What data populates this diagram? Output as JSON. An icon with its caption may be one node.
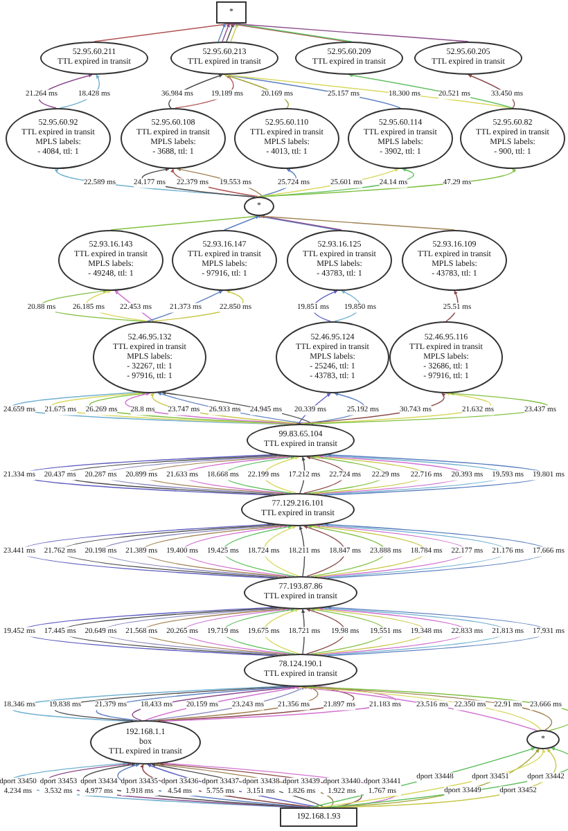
{
  "diagram": {
    "nodes": [
      {
        "text": [
          "*"
        ]
      },
      {
        "text": [
          "52.95.60.211",
          "TTL expired in transit"
        ]
      },
      {
        "text": [
          "52.95.60.213",
          "TTL expired in transit"
        ]
      },
      {
        "text": [
          "52.95.60.209",
          "TTL expired in transit"
        ]
      },
      {
        "text": [
          "52.95.60.205",
          "TTL expired in transit"
        ]
      },
      {
        "text": [
          "52.95.60.92",
          "TTL expired in transit",
          "MPLS labels:",
          "- 4084, ttl: 1"
        ]
      },
      {
        "text": [
          "52.95.60.108",
          "TTL expired in transit",
          "MPLS labels:",
          "- 3688, ttl: 1"
        ]
      },
      {
        "text": [
          "52.95.60.110",
          "TTL expired in transit",
          "MPLS labels:",
          "- 4013, ttl: 1"
        ]
      },
      {
        "text": [
          "52.95.60.114",
          "TTL expired in transit",
          "MPLS labels:",
          "- 3902, ttl: 1"
        ]
      },
      {
        "text": [
          "52.95.60.82",
          "TTL expired in transit",
          "MPLS labels:",
          "- 900, ttl: 1"
        ]
      },
      {
        "text": [
          "*"
        ]
      },
      {
        "text": [
          "52.93.16.143",
          "TTL expired in transit",
          "MPLS labels:",
          "- 49248, ttl: 1"
        ]
      },
      {
        "text": [
          "52.93.16.147",
          "TTL expired in transit",
          "MPLS labels:",
          "- 97916, ttl: 1"
        ]
      },
      {
        "text": [
          "52.93.16.125",
          "TTL expired in transit",
          "MPLS labels:",
          "- 43783, ttl: 1"
        ]
      },
      {
        "text": [
          "52.93.16.109",
          "TTL expired in transit",
          "MPLS labels:",
          "- 43783, ttl: 1"
        ]
      },
      {
        "text": [
          "52.46.95.132",
          "TTL expired in transit",
          "MPLS labels:",
          "- 32267, ttl: 1",
          "- 97916, ttl: 1"
        ]
      },
      {
        "text": [
          "52.46.95.124",
          "TTL expired in transit",
          "MPLS labels:",
          "- 25246, ttl: 1",
          "- 43783, ttl: 1"
        ]
      },
      {
        "text": [
          "52.46.95.116",
          "TTL expired in transit",
          "MPLS labels:",
          "- 32686, ttl: 1",
          "- 97916, ttl: 1"
        ]
      },
      {
        "text": [
          "99.83.65.104",
          "TTL expired in transit"
        ]
      },
      {
        "text": [
          "77.129.216.101",
          "TTL expired in transit"
        ]
      },
      {
        "text": [
          "77.193.87.86",
          "TTL expired in transit"
        ]
      },
      {
        "text": [
          "78.124.190.1",
          "TTL expired in transit"
        ]
      },
      {
        "text": [
          "192.168.1.1",
          "box",
          "TTL expired in transit"
        ]
      },
      {
        "text": [
          "*"
        ]
      },
      {
        "text": [
          "192.168.1.93"
        ]
      }
    ],
    "edges": [
      {
        "from": 1,
        "to": 0,
        "arrow": "to",
        "color": "#b05050"
      },
      {
        "from": 2,
        "to": 0,
        "arrow": "to",
        "color": "#5b7fbf"
      },
      {
        "from": 2,
        "to": 0,
        "arrow": "to",
        "color": "#8b4a8b"
      },
      {
        "from": 2,
        "to": 0,
        "arrow": "to",
        "color": "#4a4a4a"
      },
      {
        "from": 2,
        "to": 0,
        "arrow": "to",
        "color": "#c8c84a"
      },
      {
        "from": 3,
        "to": 0,
        "arrow": "to",
        "color": "#b05050"
      },
      {
        "from": 3,
        "to": 0,
        "arrow": "to",
        "color": "#5fbf5f"
      },
      {
        "from": 4,
        "to": 0,
        "arrow": "to",
        "color": "#8b4a8b"
      },
      {
        "from": 5,
        "to": 1,
        "label": "21.264 ms",
        "arrow": "to",
        "color": "#8b4a8b"
      },
      {
        "from": 5,
        "to": 1,
        "label": "18.428 ms",
        "arrow": "to",
        "color": "#70b0d0"
      },
      {
        "from": 6,
        "to": 2,
        "label": "36.984 ms",
        "arrow": "to",
        "color": "#4a4a4a"
      },
      {
        "from": 6,
        "to": 2,
        "label": "19.189 ms",
        "arrow": "to",
        "color": "#b05050"
      },
      {
        "from": 7,
        "to": 2,
        "label": "20.169 ms",
        "arrow": "to",
        "color": "#a0a030"
      },
      {
        "from": 8,
        "to": 2,
        "label": "25.157 ms",
        "arrow": "to",
        "color": "#5b7fbf"
      },
      {
        "from": 9,
        "to": 2,
        "label": "18.300 ms",
        "arrow": "to",
        "color": "#d8d860"
      },
      {
        "from": 9,
        "to": 3,
        "label": "20.521 ms",
        "arrow": "to",
        "color": "#5fbf5f"
      },
      {
        "from": 9,
        "to": 4,
        "label": "33.450 ms",
        "arrow": "to",
        "color": "#8b4a4a"
      },
      {
        "from": 10,
        "to": 5,
        "label": "22.589 ms",
        "arrow": "to",
        "color": "#70b0d0"
      },
      {
        "from": 10,
        "to": 6,
        "label": "24.177 ms",
        "arrow": "to",
        "color": "#4a4a4a"
      },
      {
        "from": 10,
        "to": 6,
        "label": "22.379 ms",
        "arrow": "to",
        "color": "#b05050"
      },
      {
        "from": 10,
        "to": 6,
        "label": "19.553 ms",
        "arrow": "to",
        "color": "#a08050"
      },
      {
        "from": 10,
        "to": 7,
        "label": "25.724 ms",
        "arrow": "to",
        "color": "#5b7fbf"
      },
      {
        "from": 10,
        "to": 8,
        "label": "25.601 ms",
        "arrow": "to",
        "color": "#d8d860"
      },
      {
        "from": 10,
        "to": 8,
        "label": "24.14 ms",
        "arrow": "to",
        "color": "#5fbf5f"
      },
      {
        "from": 10,
        "to": 9,
        "label": "47.29 ms",
        "arrow": "to",
        "color": "#80c040"
      },
      {
        "from": 11,
        "to": 10,
        "arrow": "to",
        "color": "#80c040"
      },
      {
        "from": 12,
        "to": 10,
        "arrow": "to",
        "color": "#5b7fbf"
      },
      {
        "from": 13,
        "to": 10,
        "arrow": "to",
        "color": "#5b7fbf"
      },
      {
        "from": 13,
        "to": 10,
        "arrow": "to",
        "color": "#8b4a8b"
      },
      {
        "from": 14,
        "to": 10,
        "arrow": "to",
        "color": "#a08050"
      },
      {
        "from": 15,
        "to": 11,
        "label": "20.88 ms",
        "arrow": "to",
        "color": "#80c040"
      },
      {
        "from": 15,
        "to": 11,
        "label": "26.185 ms",
        "arrow": "to",
        "color": "#d8d860"
      },
      {
        "from": 15,
        "to": 11,
        "label": "22.453 ms",
        "arrow": "to",
        "color": "#d070d0"
      },
      {
        "from": 15,
        "to": 12,
        "label": "21.373 ms",
        "arrow": "to",
        "color": "#5b7fbf"
      },
      {
        "from": 15,
        "to": 12,
        "label": "22.850 ms",
        "arrow": "to",
        "color": "#c8c84a"
      },
      {
        "from": 16,
        "to": 13,
        "label": "19.851 ms",
        "arrow": "to",
        "color": "#5b5bbf"
      },
      {
        "from": 16,
        "to": 13,
        "label": "19.850 ms",
        "arrow": "to",
        "color": "#70b0d0"
      },
      {
        "from": 17,
        "to": 14,
        "label": "25.51 ms",
        "arrow": "to",
        "color": "#8b4a4a"
      },
      {
        "from": 18,
        "to": 15,
        "label": "24.659 ms",
        "arrow": "to",
        "color": "#70b0d0"
      },
      {
        "from": 18,
        "to": 15,
        "label": "21.675 ms",
        "arrow": "to",
        "color": "#d8d860"
      },
      {
        "from": 18,
        "to": 15,
        "label": "26.269 ms",
        "arrow": "to",
        "color": "#80c040"
      },
      {
        "from": 18,
        "to": 15,
        "label": "28.8 ms",
        "arrow": "to",
        "color": "#d070d0"
      },
      {
        "from": 18,
        "to": 15,
        "label": "23.747 ms",
        "arrow": "to",
        "color": "#c8c84a"
      },
      {
        "from": 18,
        "to": 15,
        "label": "26.933 ms",
        "arrow": "to",
        "color": "#5b7fbf"
      },
      {
        "from": 18,
        "to": 15,
        "label": "24.945 ms",
        "arrow": "to",
        "color": "#4a4a4a"
      },
      {
        "from": 18,
        "to": 16,
        "label": "20.339 ms",
        "arrow": "to",
        "color": "#5b5bbf"
      },
      {
        "from": 18,
        "to": 16,
        "label": "25.192 ms",
        "arrow": "to",
        "color": "#5b7fbf"
      },
      {
        "from": 18,
        "to": 17,
        "label": "30.743 ms",
        "arrow": "to",
        "color": "#8b4a4a"
      },
      {
        "from": 18,
        "to": 17,
        "label": "21.632 ms",
        "arrow": "to",
        "color": "#d8d860"
      },
      {
        "from": 18,
        "to": 17,
        "label": "23.437 ms",
        "arrow": "to",
        "color": "#80c040"
      },
      {
        "from": 19,
        "to": 18,
        "label": "21.334 ms",
        "arrow": "to",
        "color": "#5b5bbf"
      },
      {
        "from": 19,
        "to": 18,
        "label": "20.437 ms",
        "arrow": "to",
        "color": "#4a4a4a"
      },
      {
        "from": 19,
        "to": 18,
        "label": "20.287 ms",
        "arrow": "to",
        "color": "#8b8bbf"
      },
      {
        "from": 19,
        "to": 18,
        "label": "20.899 ms",
        "arrow": "to",
        "color": "#a08050"
      },
      {
        "from": 19,
        "to": 18,
        "label": "21.633 ms",
        "arrow": "to",
        "color": "#d070d0"
      },
      {
        "from": 19,
        "to": 18,
        "label": "18.668 ms",
        "arrow": "to",
        "color": "#5fbf5f"
      },
      {
        "from": 19,
        "to": 18,
        "label": "22.199 ms",
        "arrow": "to",
        "color": "#d8d860"
      },
      {
        "from": 19,
        "to": 18,
        "label": "17.212 ms",
        "arrow": "to",
        "color": "#4a4a4a"
      },
      {
        "from": 19,
        "to": 18,
        "label": "22.724 ms",
        "arrow": "to",
        "color": "#8b4a4a"
      },
      {
        "from": 19,
        "to": 18,
        "label": "22.29 ms",
        "arrow": "to",
        "color": "#80c040"
      },
      {
        "from": 19,
        "to": 18,
        "label": "22.716 ms",
        "arrow": "to",
        "color": "#c8c84a"
      },
      {
        "from": 19,
        "to": 18,
        "label": "20.393 ms",
        "arrow": "to",
        "color": "#d070d0"
      },
      {
        "from": 19,
        "to": 18,
        "label": "19.593 ms",
        "arrow": "to",
        "color": "#70b0d0"
      },
      {
        "from": 19,
        "to": 18,
        "label": "19.801 ms",
        "arrow": "to",
        "color": "#5b7fbf"
      },
      {
        "from": 20,
        "to": 19,
        "label": "23.441 ms",
        "arrow": "to",
        "color": "#5b5bbf"
      },
      {
        "from": 20,
        "to": 19,
        "label": "21.762 ms",
        "arrow": "to",
        "color": "#4a4a4a"
      },
      {
        "from": 20,
        "to": 19,
        "label": "20.198 ms",
        "arrow": "to",
        "color": "#8b8bbf"
      },
      {
        "from": 20,
        "to": 19,
        "label": "21.389 ms",
        "arrow": "to",
        "color": "#a08050"
      },
      {
        "from": 20,
        "to": 19,
        "label": "19.400 ms",
        "arrow": "to",
        "color": "#d070d0"
      },
      {
        "from": 20,
        "to": 19,
        "label": "19.425 ms",
        "arrow": "to",
        "color": "#5fbf5f"
      },
      {
        "from": 20,
        "to": 19,
        "label": "18.724 ms",
        "arrow": "to",
        "color": "#d8d860"
      },
      {
        "from": 20,
        "to": 19,
        "label": "18.211 ms",
        "arrow": "to",
        "color": "#4a4a4a"
      },
      {
        "from": 20,
        "to": 19,
        "label": "18.847 ms",
        "arrow": "to",
        "color": "#8b4a4a"
      },
      {
        "from": 20,
        "to": 19,
        "label": "23.888 ms",
        "arrow": "to",
        "color": "#80c040"
      },
      {
        "from": 20,
        "to": 19,
        "label": "18.784 ms",
        "arrow": "to",
        "color": "#c8c84a"
      },
      {
        "from": 20,
        "to": 19,
        "label": "22.177 ms",
        "arrow": "to",
        "color": "#d070d0"
      },
      {
        "from": 20,
        "to": 19,
        "label": "21.176 ms",
        "arrow": "to",
        "color": "#70b0d0"
      },
      {
        "from": 20,
        "to": 19,
        "label": "17.666 ms",
        "arrow": "to",
        "color": "#5b7fbf"
      },
      {
        "from": 21,
        "to": 20,
        "label": "19.452 ms",
        "arrow": "to",
        "color": "#5b5bbf"
      },
      {
        "from": 21,
        "to": 20,
        "label": "17.445 ms",
        "arrow": "to",
        "color": "#4a4a4a"
      },
      {
        "from": 21,
        "to": 20,
        "label": "20.649 ms",
        "arrow": "to",
        "color": "#8b8bbf"
      },
      {
        "from": 21,
        "to": 20,
        "label": "21.568 ms",
        "arrow": "to",
        "color": "#a08050"
      },
      {
        "from": 21,
        "to": 20,
        "label": "20.265 ms",
        "arrow": "to",
        "color": "#d070d0"
      },
      {
        "from": 21,
        "to": 20,
        "label": "19.719 ms",
        "arrow": "to",
        "color": "#5fbf5f"
      },
      {
        "from": 21,
        "to": 20,
        "label": "19.675 ms",
        "arrow": "to",
        "color": "#d8d860"
      },
      {
        "from": 21,
        "to": 20,
        "label": "18.721 ms",
        "arrow": "to",
        "color": "#4a4a4a"
      },
      {
        "from": 21,
        "to": 20,
        "label": "19.98 ms",
        "arrow": "to",
        "color": "#8b4a4a"
      },
      {
        "from": 21,
        "to": 20,
        "label": "19.551 ms",
        "arrow": "to",
        "color": "#80c040"
      },
      {
        "from": 21,
        "to": 20,
        "label": "19.348 ms",
        "arrow": "to",
        "color": "#c8c84a"
      },
      {
        "from": 21,
        "to": 20,
        "label": "22.833 ms",
        "arrow": "to",
        "color": "#d070d0"
      },
      {
        "from": 21,
        "to": 20,
        "label": "21.813 ms",
        "arrow": "to",
        "color": "#70b0d0"
      },
      {
        "from": 21,
        "to": 20,
        "label": "17.931 ms",
        "arrow": "to",
        "color": "#5b7fbf"
      },
      {
        "from": 22,
        "to": 21,
        "label": "18.346 ms",
        "arrow": "to",
        "color": "#70b0d0"
      },
      {
        "from": 22,
        "to": 21,
        "label": "19.838 ms",
        "arrow": "to",
        "color": "#4a4a4a"
      },
      {
        "from": 22,
        "to": 21,
        "label": "21.379 ms",
        "arrow": "to",
        "color": "#5b7fbf"
      },
      {
        "from": 22,
        "to": 21,
        "label": "18.433 ms",
        "arrow": "to",
        "color": "#8b4a8b"
      },
      {
        "from": 22,
        "to": 21,
        "label": "20.159 ms",
        "arrow": "to",
        "color": "#d070d0"
      },
      {
        "from": 22,
        "to": 21,
        "label": "23.243 ms",
        "arrow": "to",
        "color": "#8b8bbf"
      },
      {
        "from": 22,
        "to": 21,
        "label": "21.356 ms",
        "arrow": "to",
        "color": "#a08050"
      },
      {
        "from": 22,
        "to": 21,
        "label": "21.897 ms",
        "arrow": "to",
        "color": "#8b4a4a"
      },
      {
        "from": 22,
        "to": 21,
        "label": "21.183 ms",
        "arrow": "to",
        "color": "#d070d0"
      },
      {
        "from": 23,
        "to": 21,
        "label": "23.516 ms",
        "arrow": "to",
        "color": "#d070d0"
      },
      {
        "from": 23,
        "to": 21,
        "label": "22.350 ms",
        "arrow": "to",
        "color": "#d8d860"
      },
      {
        "from": 23,
        "to": 21,
        "label": "22.91 ms",
        "arrow": "to",
        "color": "#a08050"
      },
      {
        "from": 23,
        "to": 21,
        "label": "23.666 ms",
        "arrow": "to",
        "color": "#80c040"
      },
      {
        "from": 24,
        "to": 22,
        "label": "dport 33450 4.234 ms",
        "arrow": "to",
        "color": "#70b0d0"
      },
      {
        "from": 24,
        "to": 22,
        "label": "dport 33453 3.532 ms",
        "arrow": "to",
        "color": "#8b4a8b"
      },
      {
        "from": 24,
        "to": 22,
        "label": "dport 33434 4.977 ms",
        "arrow": "to",
        "color": "#4a4a4a"
      },
      {
        "from": 24,
        "to": 22,
        "label": "dport 33435 1.918 ms",
        "arrow": "to",
        "color": "#5b7fbf"
      },
      {
        "from": 24,
        "to": 22,
        "label": "dport 33436 4.54 ms",
        "arrow": "to",
        "color": "#8b4a4a"
      },
      {
        "from": 24,
        "to": 22,
        "label": "dport 33437 5.755 ms",
        "arrow": "to",
        "color": "#5b5bbf"
      },
      {
        "from": 24,
        "to": 22,
        "label": "dport 33438 3.151 ms",
        "arrow": "to",
        "color": "#4a4a4a"
      },
      {
        "from": 24,
        "to": 22,
        "label": "dport 33439 1.826 ms",
        "arrow": "to",
        "color": "#a08050"
      },
      {
        "from": 24,
        "to": 22,
        "label": "dport 33440 1.922 ms",
        "arrow": "to",
        "color": "#8b4a4a"
      },
      {
        "from": 24,
        "to": 22,
        "label": "dport 33441 1.767 ms",
        "arrow": "to",
        "color": "#d070d0"
      },
      {
        "from": 24,
        "to": 23,
        "label": "dport 33448",
        "arrow": "to",
        "color": "#5fbf5f"
      },
      {
        "from": 24,
        "to": 23,
        "label": "dport 33449",
        "arrow": "to",
        "color": "#a0a030"
      },
      {
        "from": 24,
        "to": 23,
        "label": "dport 33451",
        "arrow": "to",
        "color": "#d8d860"
      },
      {
        "from": 24,
        "to": 23,
        "label": "dport 33452",
        "arrow": "to",
        "color": "#c8c84a"
      },
      {
        "from": 24,
        "to": 23,
        "label": "dport 33442",
        "arrow": "to",
        "color": "#5fbf5f"
      }
    ]
  }
}
